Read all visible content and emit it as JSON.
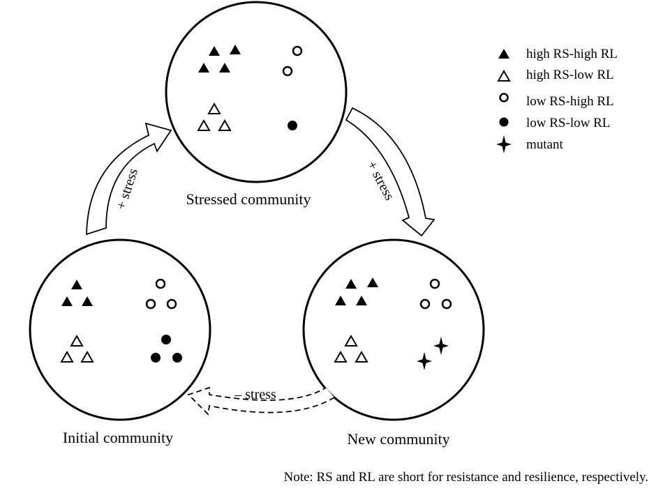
{
  "communities": {
    "stressed": {
      "label": "Stressed community"
    },
    "initial": {
      "label": "Initial community"
    },
    "new": {
      "label": "New community"
    }
  },
  "arrows": {
    "initial_to_stressed": "+ stress",
    "stressed_to_new": "+ stress",
    "new_to_initial": "– stress"
  },
  "legend": {
    "items": [
      {
        "symbol": "filled-triangle-icon",
        "label": "high RS-high RL"
      },
      {
        "symbol": "open-triangle-icon",
        "label": "high RS-low RL"
      },
      {
        "symbol": "open-circle-icon",
        "label": "low RS-high RL"
      },
      {
        "symbol": "filled-circle-icon",
        "label": "low RS-low RL"
      },
      {
        "symbol": "four-point-star-icon",
        "label": "mutant"
      }
    ]
  },
  "note": "Note: RS and RL are short for resistance and resilience, respectively.",
  "colors": {
    "ink": "#000000",
    "background": "#ffffff"
  }
}
